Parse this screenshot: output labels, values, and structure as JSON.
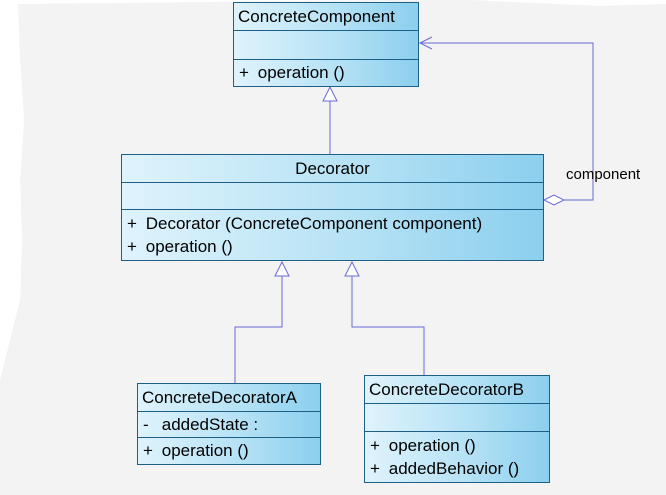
{
  "diagram": {
    "classes": {
      "concrete_component": {
        "name": "ConcreteComponent",
        "attributes": [],
        "operations": [
          {
            "vis": "+",
            "text": "operation ()"
          }
        ]
      },
      "decorator": {
        "name": "Decorator",
        "attributes": [],
        "operations": [
          {
            "vis": "+",
            "text": "Decorator (ConcreteComponent component)"
          },
          {
            "vis": "+",
            "text": "operation ()"
          }
        ]
      },
      "concrete_decorator_a": {
        "name": "ConcreteDecoratorA",
        "attributes": [
          {
            "vis": "-",
            "text": "addedState  :"
          }
        ],
        "operations": [
          {
            "vis": "+",
            "text": "operation ()"
          }
        ]
      },
      "concrete_decorator_b": {
        "name": "ConcreteDecoratorB",
        "attributes": [],
        "operations": [
          {
            "vis": "+",
            "text": "operation ()"
          },
          {
            "vis": "+",
            "text": "addedBehavior ()"
          }
        ]
      }
    },
    "association_label": "component",
    "colors": {
      "line": "#6a6ad8",
      "class_border": "#1e5f86",
      "class_fill_light": "#dff3fc",
      "class_fill_dark": "#8ccfee",
      "paper": "#f3f3f3"
    }
  }
}
